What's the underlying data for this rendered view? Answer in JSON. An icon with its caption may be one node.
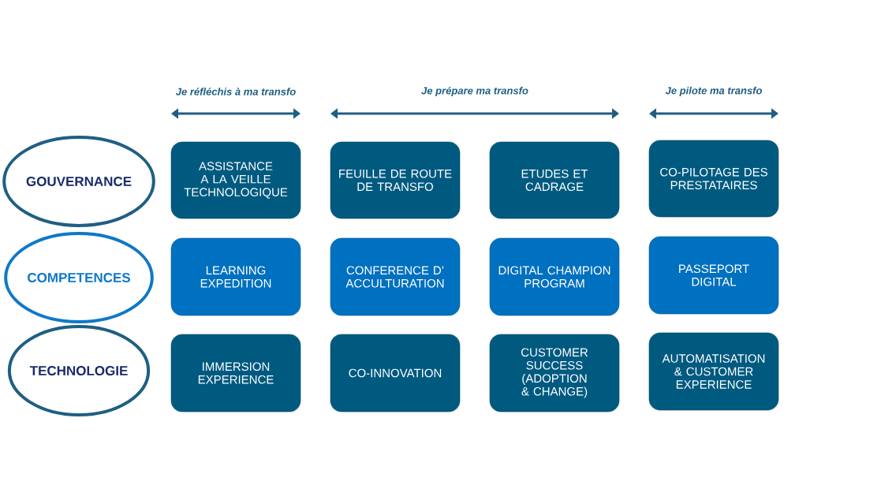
{
  "diagram": {
    "nodes": [
      {
        "text": [
          "GOUVERNANCE"
        ]
      },
      {
        "text": [
          "ASSISTANCE A LA VEILLE TECHNOLOGIQUE"
        ]
      },
      {
        "text": [
          "FEUILLE DE ROUTE DE TRANSFO"
        ]
      },
      {
        "text": [
          "ETUDES ET CADRAGE"
        ]
      },
      {
        "text": [
          "CO-PILOTAGE DES PRESTATAIRES"
        ]
      },
      {
        "text": [
          "COMPETENCES"
        ]
      },
      {
        "text": [
          "LEARNING EXPEDITION"
        ]
      },
      {
        "text": [
          "CONFERENCE D’ ACCULTURATION"
        ]
      },
      {
        "text": [
          "DIGITAL CHAMPION PROGRAM"
        ]
      },
      {
        "text": [
          "PASSEPORT DIGITAL"
        ]
      },
      {
        "text": [
          "TECHNOLOGIE"
        ]
      },
      {
        "text": [
          "IMMERSION EXPERIENCE"
        ]
      },
      {
        "text": [
          "CO-INNOVATION"
        ]
      },
      {
        "text": [
          "CUSTOMER SUCCESS (ADOPTION & CHANGE)"
        ]
      },
      {
        "text": [
          "AUTOMATISATION & CUSTOMER EXPERIENCE"
        ]
      }
    ],
    "labels": [
      "Je réfléchis à ma transfo",
      "Je prépare ma transfo",
      "Je pilote ma transfo"
    ]
  }
}
